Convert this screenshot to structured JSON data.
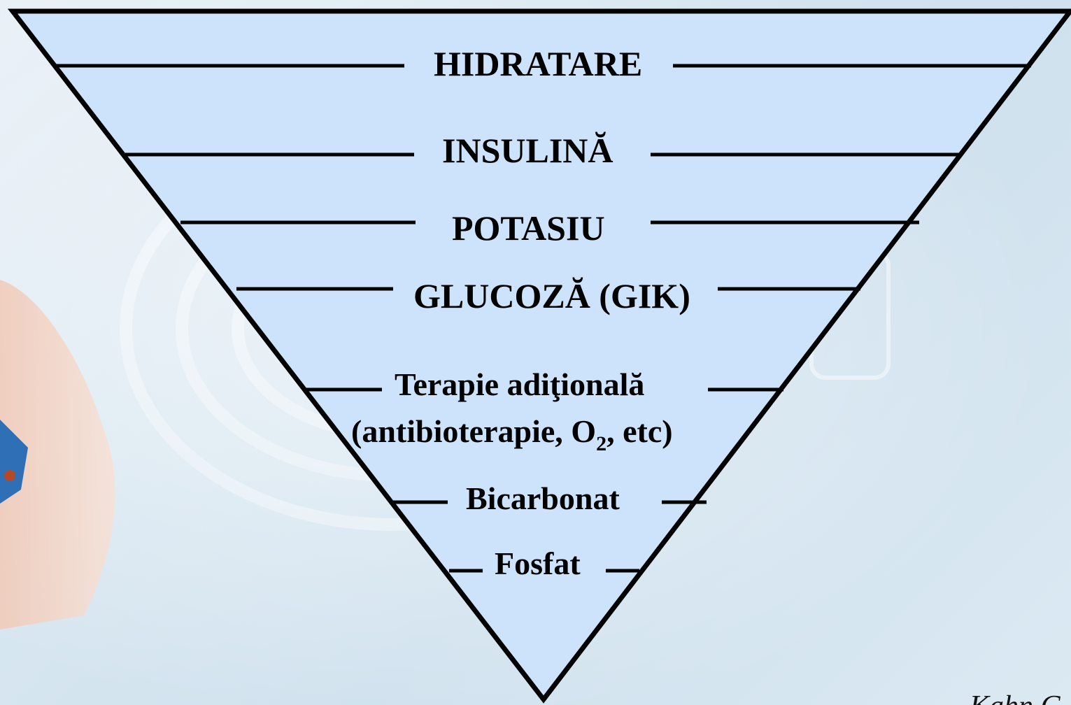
{
  "diagram": {
    "levels": [
      {
        "id": "hidratare",
        "text": "HIDRATARE"
      },
      {
        "id": "insulina",
        "text": "INSULINĂ"
      },
      {
        "id": "potasiu",
        "text": "POTASIU"
      },
      {
        "id": "glucoza",
        "text": "GLUCOZĂ (GIK)"
      },
      {
        "id": "terapie",
        "line1": "Terapie adiţională",
        "line2_prefix": "(antibioterapie, O",
        "line2_sub": "2",
        "line2_suffix": ", etc)"
      },
      {
        "id": "bicarbonat",
        "text": "Bicarbonat"
      },
      {
        "id": "fosfat",
        "text": "Fosfat"
      }
    ],
    "citation": "Kahn C"
  },
  "colors": {
    "triangle_fill": "#cde3fb",
    "lines": "#000000"
  }
}
